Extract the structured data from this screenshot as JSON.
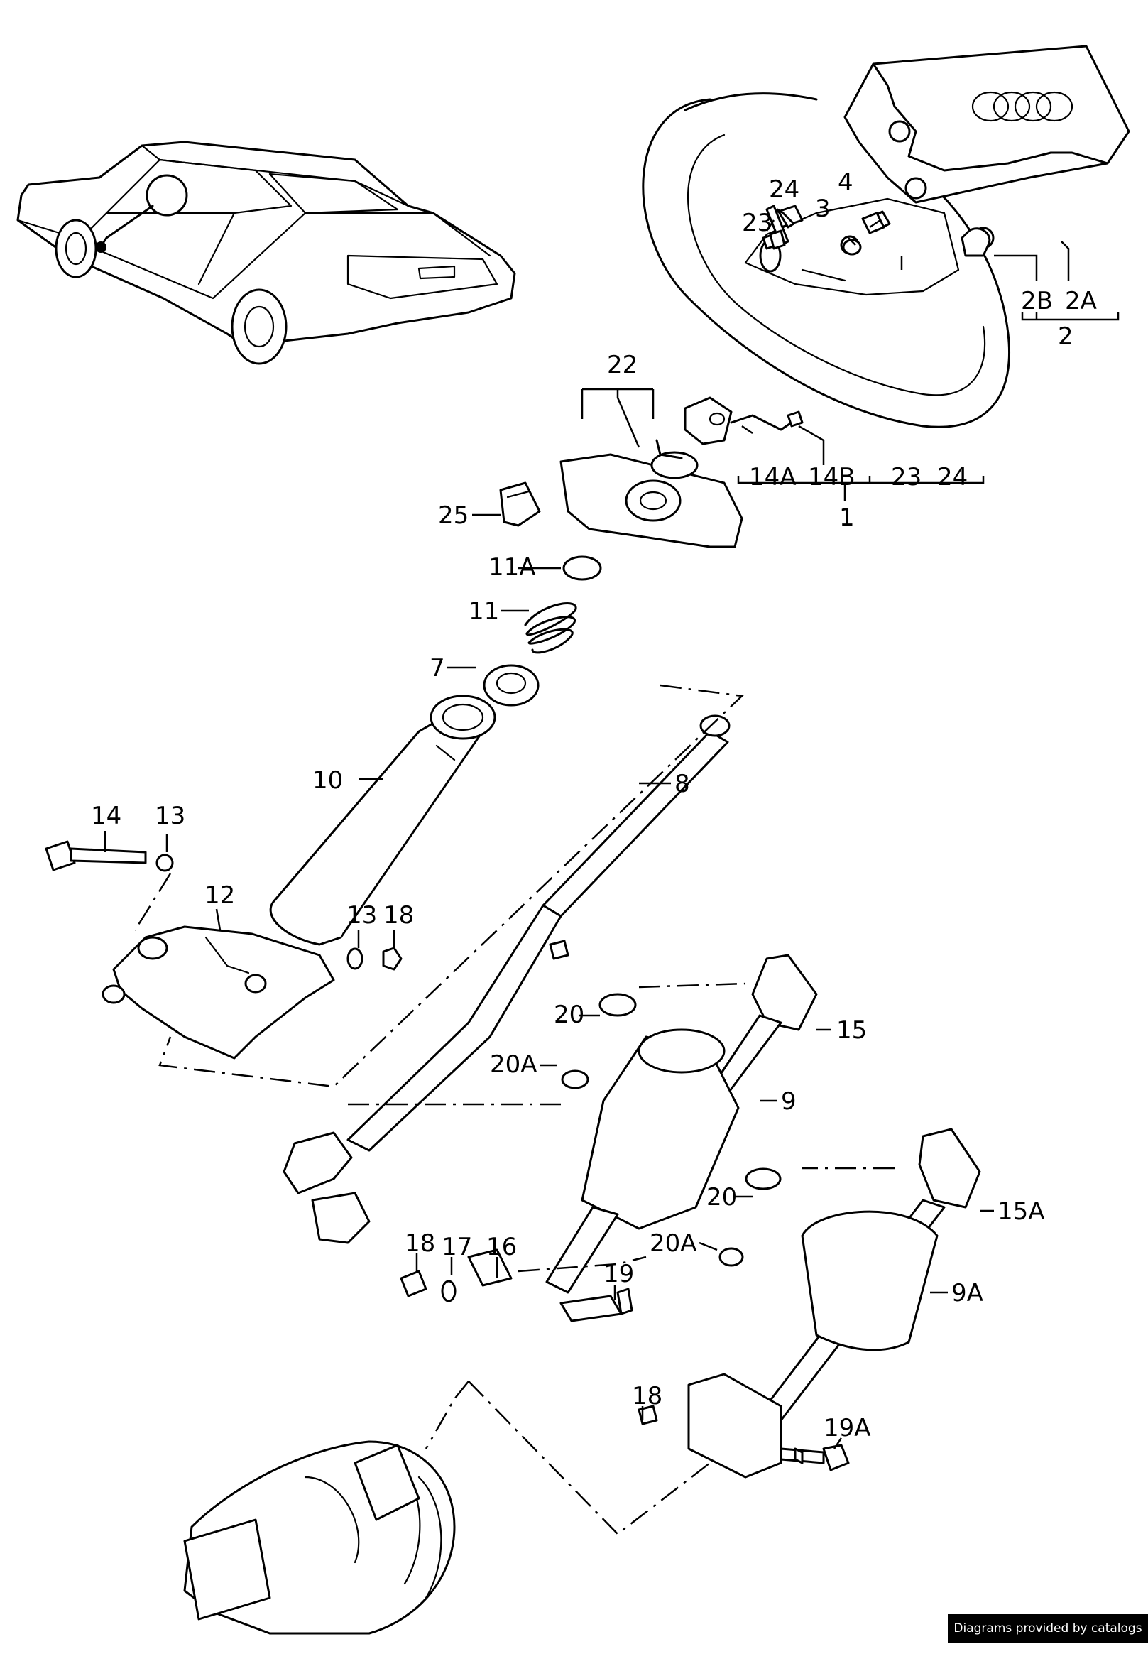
{
  "labels": {
    "l1": "1",
    "l2": "2",
    "l2A": "2A",
    "l2B": "2B",
    "l3": "3",
    "l4": "4",
    "l7": "7",
    "l8": "8",
    "l9": "9",
    "l9A": "9A",
    "l10": "10",
    "l11": "11",
    "l11A": "11A",
    "l12": "12",
    "l13a": "13",
    "l13b": "13",
    "l14": "14",
    "l14A": "14A",
    "l14B": "14B",
    "l15": "15",
    "l15A": "15A",
    "l16": "16",
    "l17": "17",
    "l18a": "18",
    "l18b": "18",
    "l18c": "18",
    "l19": "19",
    "l19A": "19A",
    "l20a": "20",
    "l20b": "20",
    "l20Aa": "20A",
    "l20Ab": "20A",
    "l22": "22",
    "l23a": "23",
    "l23b": "23",
    "l24a": "24",
    "l24b": "24",
    "l25": "25"
  },
  "footer": {
    "credit": "Diagrams provided by catalogs parts"
  },
  "colors": {
    "line": "#000000",
    "background": "#ffffff",
    "credit_bg": "#000000",
    "credit_text": "#ffffff"
  }
}
